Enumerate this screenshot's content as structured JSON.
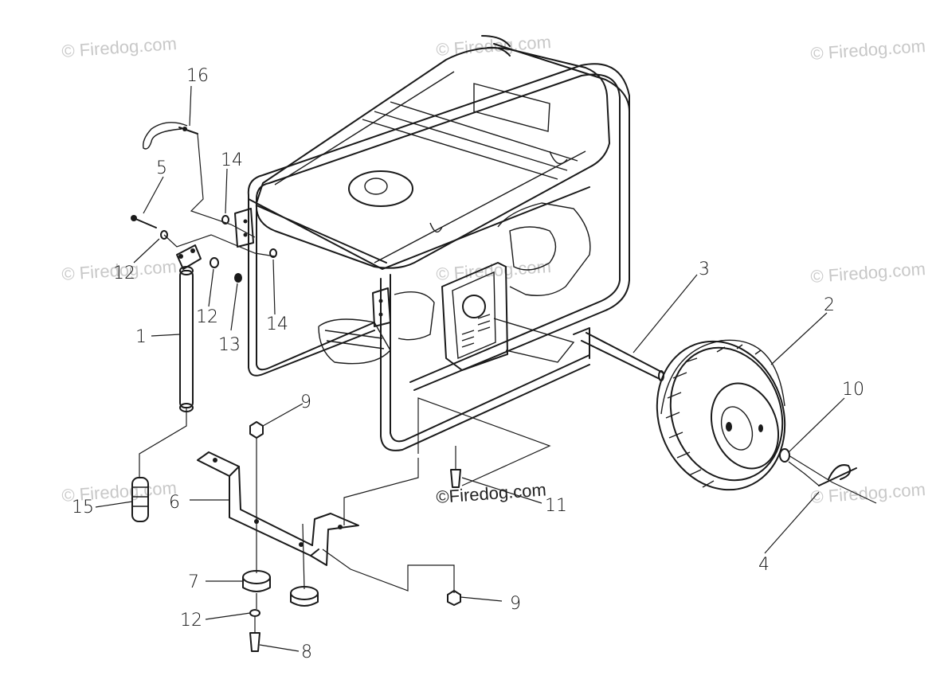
{
  "diagram": {
    "callouts": {
      "c1": "1",
      "c2": "2",
      "c3": "3",
      "c4": "4",
      "c5": "5",
      "c6": "6",
      "c7": "7",
      "c8": "8",
      "c9a": "9",
      "c9b": "9",
      "c10": "10",
      "c11": "11",
      "c12a": "12",
      "c12b": "12",
      "c12c": "12",
      "c13": "13",
      "c14a": "14",
      "c14b": "14",
      "c15": "15",
      "c16": "16"
    },
    "watermarks": {
      "tl": "© Firedog.com",
      "tc": "© Firedog.com",
      "tr": "© Firedog.com",
      "ml": "© Firedog.com",
      "mc": "© Firedog.com",
      "mr": "© Firedog.com",
      "bl": "© Firedog.com",
      "br": "© Firedog.com",
      "center": "©Firedog.com"
    }
  }
}
